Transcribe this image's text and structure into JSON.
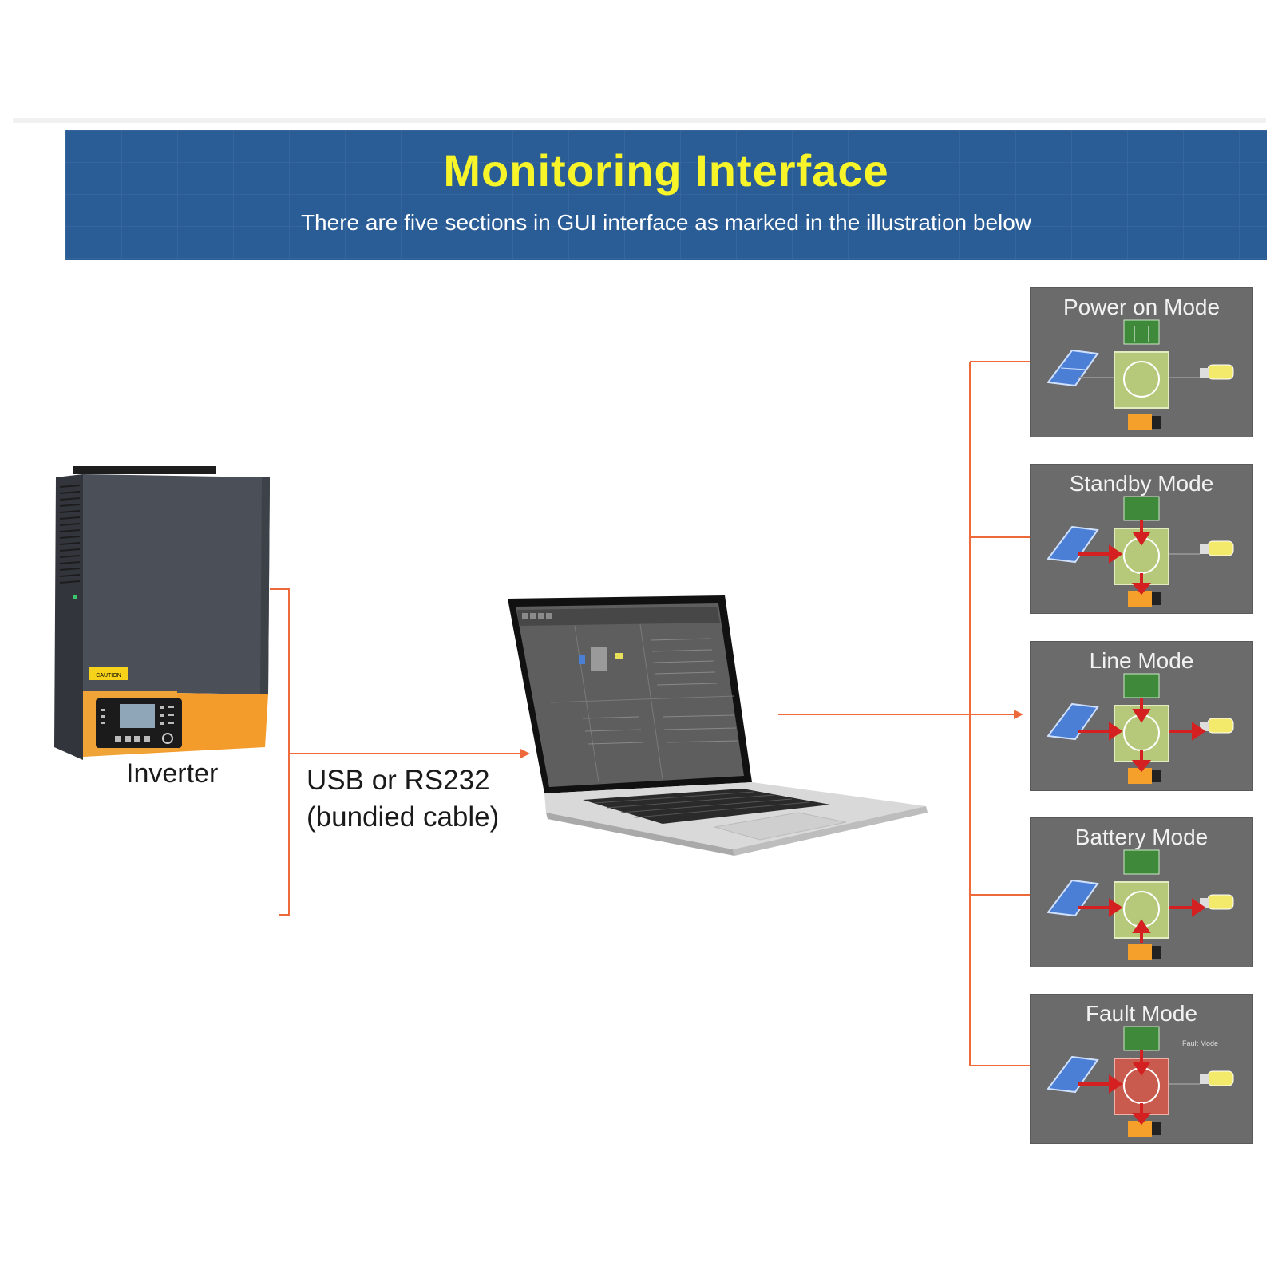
{
  "banner": {
    "title": "Monitoring Interface",
    "subtitle": "There are five sections in GUI interface as marked in the illustration below"
  },
  "inverter": {
    "label": "Inverter",
    "caution_text": "CAUTION"
  },
  "cable": {
    "line1": "USB or RS232",
    "line2": "(bundied cable)"
  },
  "modes": [
    {
      "title": "Power on Mode"
    },
    {
      "title": "Standby Mode"
    },
    {
      "title": "Line Mode"
    },
    {
      "title": "Battery Mode"
    },
    {
      "title": "Fault Mode",
      "note": "Fault Mode"
    }
  ],
  "colors": {
    "banner_bg": "#2a5d96",
    "banner_title": "#f7f52a",
    "connector": "#ef6a3a",
    "mode_bg": "#6b6b6b",
    "flow_arrow": "#d42020",
    "inverter_orange": "#f39c2b",
    "inverter_body": "#4b5058"
  }
}
